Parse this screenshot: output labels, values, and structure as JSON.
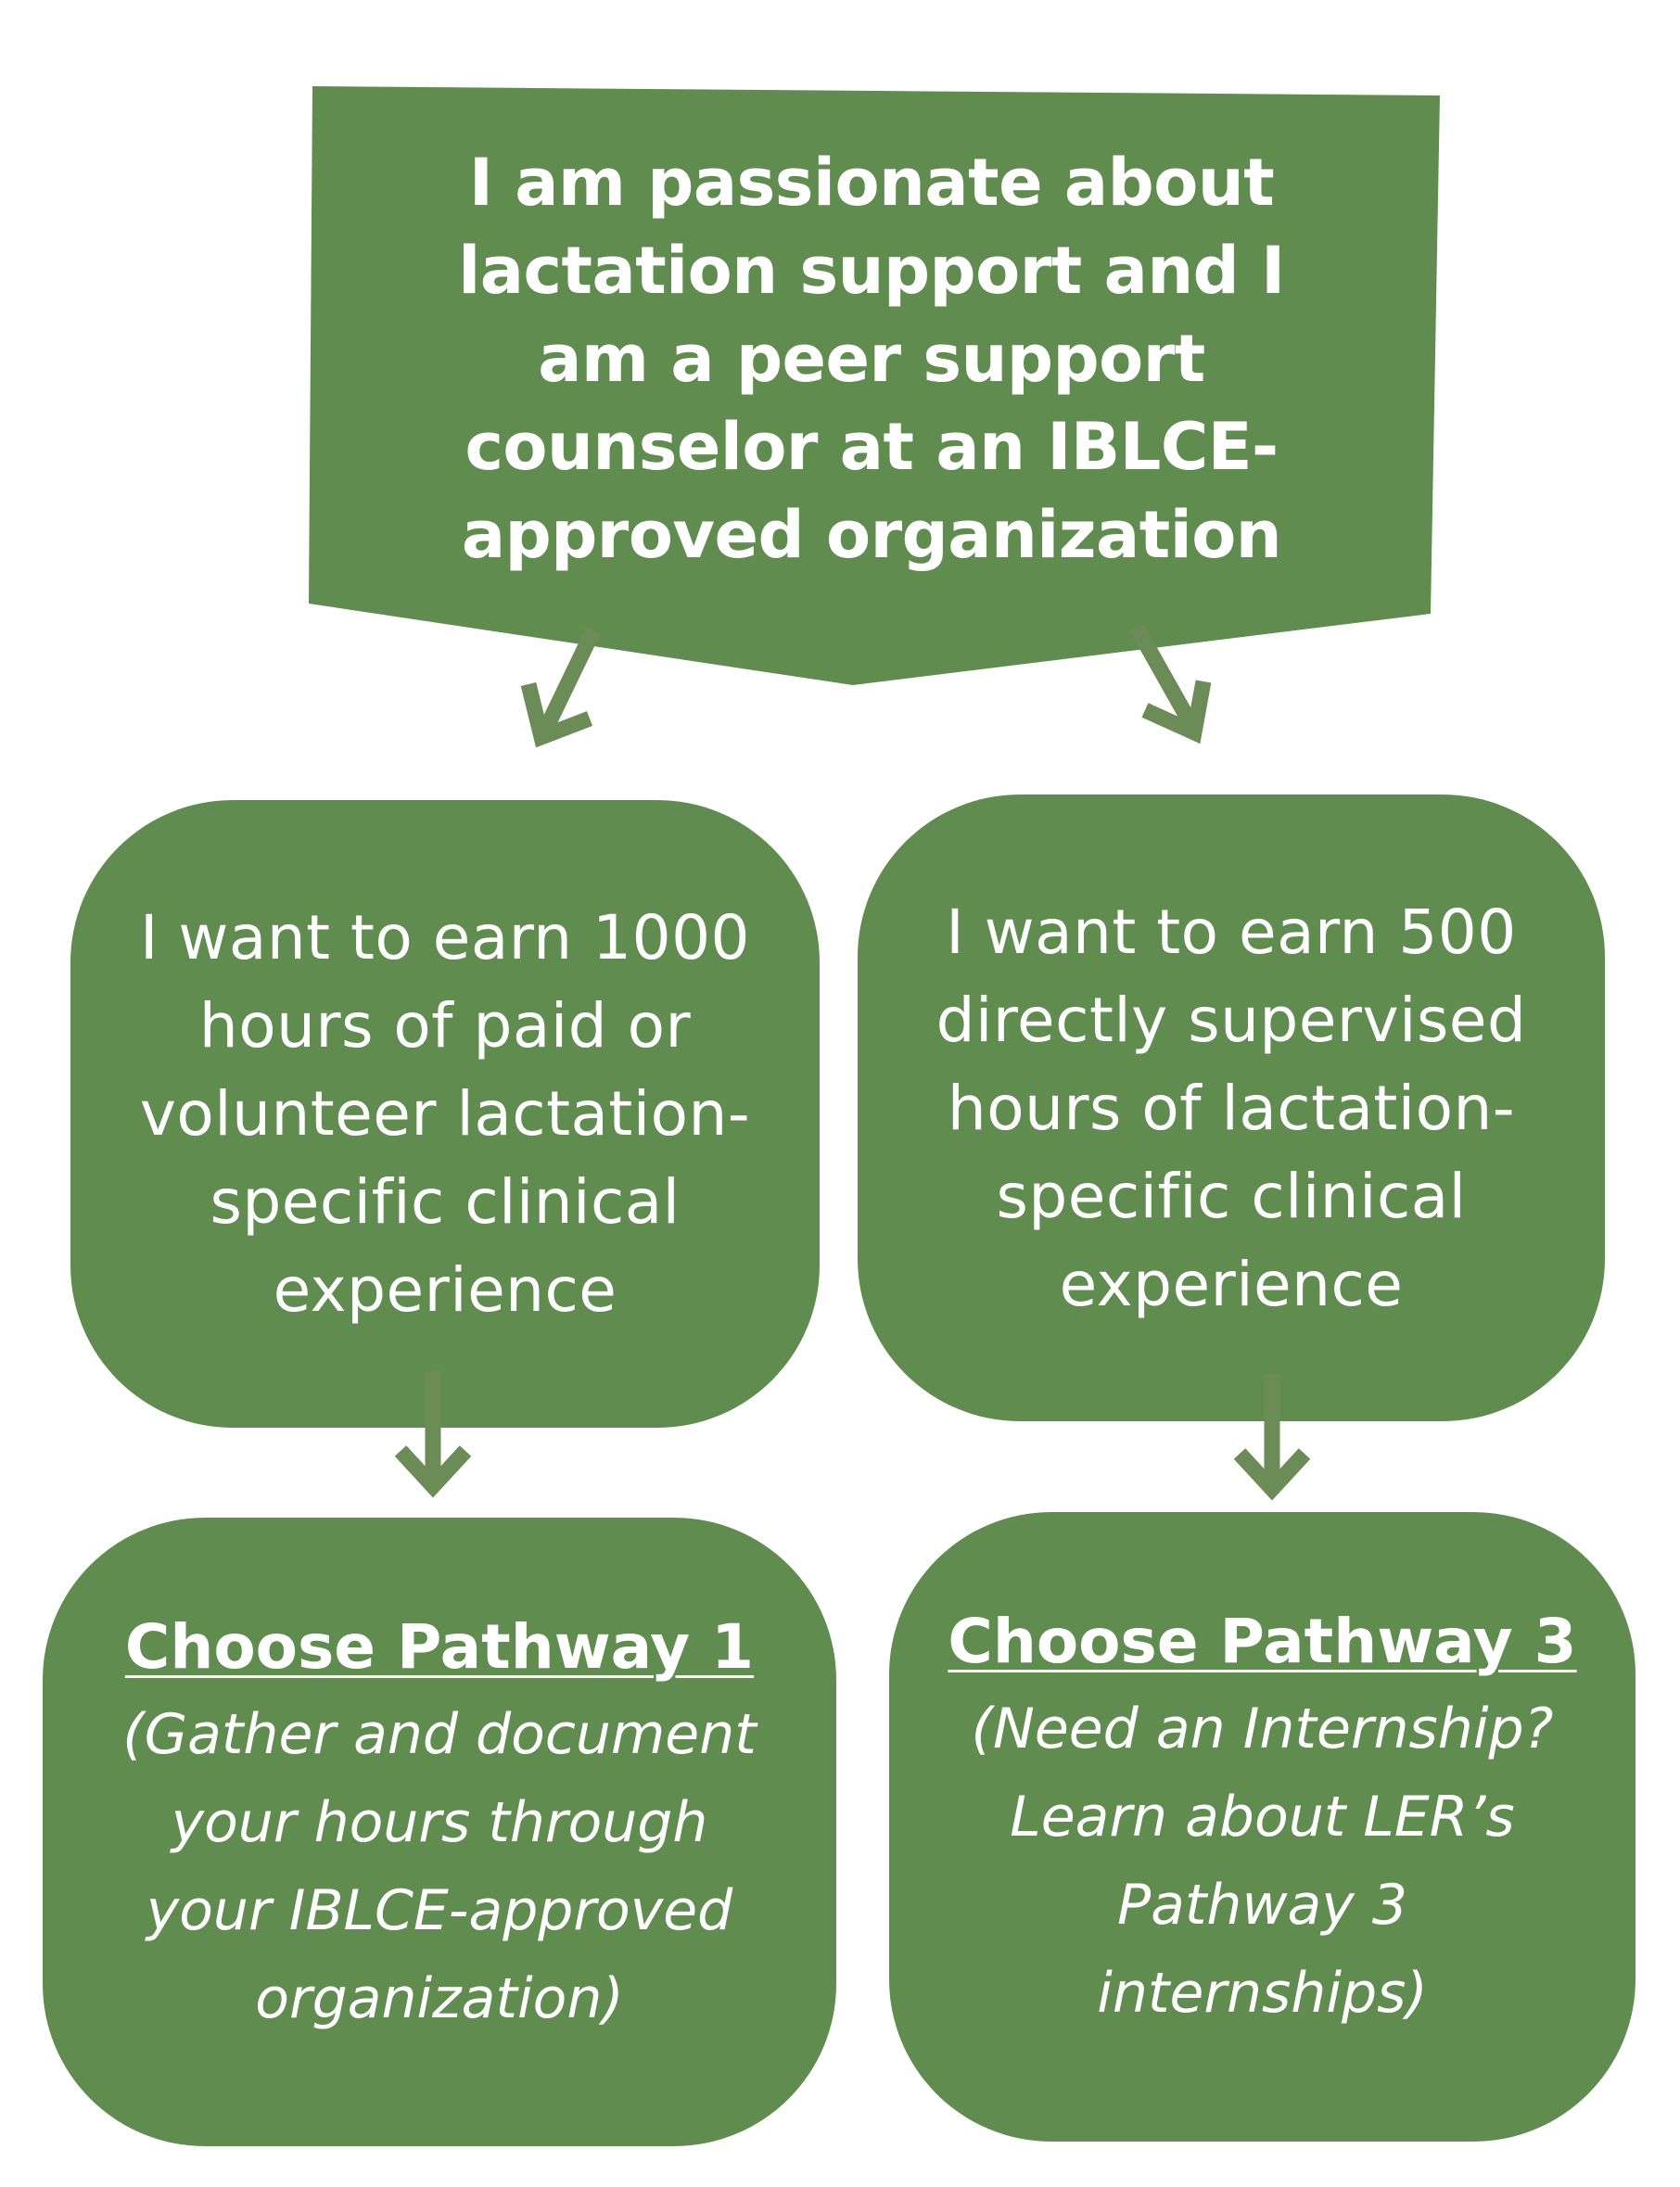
{
  "colors": {
    "box_fill": "#608d4f",
    "arrow": "#6b8c57",
    "text": "#ffffff",
    "background": "#ffffff"
  },
  "start_node": {
    "lines": [
      "I am passionate about",
      "lactation support and I",
      "am a peer support",
      "counselor at an IBLCE-",
      "approved organization"
    ]
  },
  "option_left": {
    "lines": [
      "I want to earn 1000",
      "hours of paid or",
      "volunteer lactation-",
      "specific clinical",
      "experience"
    ]
  },
  "option_right": {
    "lines": [
      "I want to earn 500",
      "directly supervised",
      "hours of lactation-",
      "specific clinical",
      "experience"
    ]
  },
  "result_left": {
    "title": "Choose Pathway 1",
    "desc_lines": [
      "(Gather and document",
      "your hours through",
      "your IBLCE-approved",
      "organization)"
    ]
  },
  "result_right": {
    "title": "Choose Pathway 3",
    "desc_lines": [
      "(Need an Internship?",
      "Learn about LER’s",
      "Pathway 3",
      "internships)"
    ]
  },
  "arrows": [
    {
      "id": "start-to-left",
      "icon": "arrow-down-left-icon"
    },
    {
      "id": "start-to-right",
      "icon": "arrow-down-right-icon"
    },
    {
      "id": "left-to-pathway1",
      "icon": "arrow-down-icon"
    },
    {
      "id": "right-to-pathway3",
      "icon": "arrow-down-icon"
    }
  ]
}
